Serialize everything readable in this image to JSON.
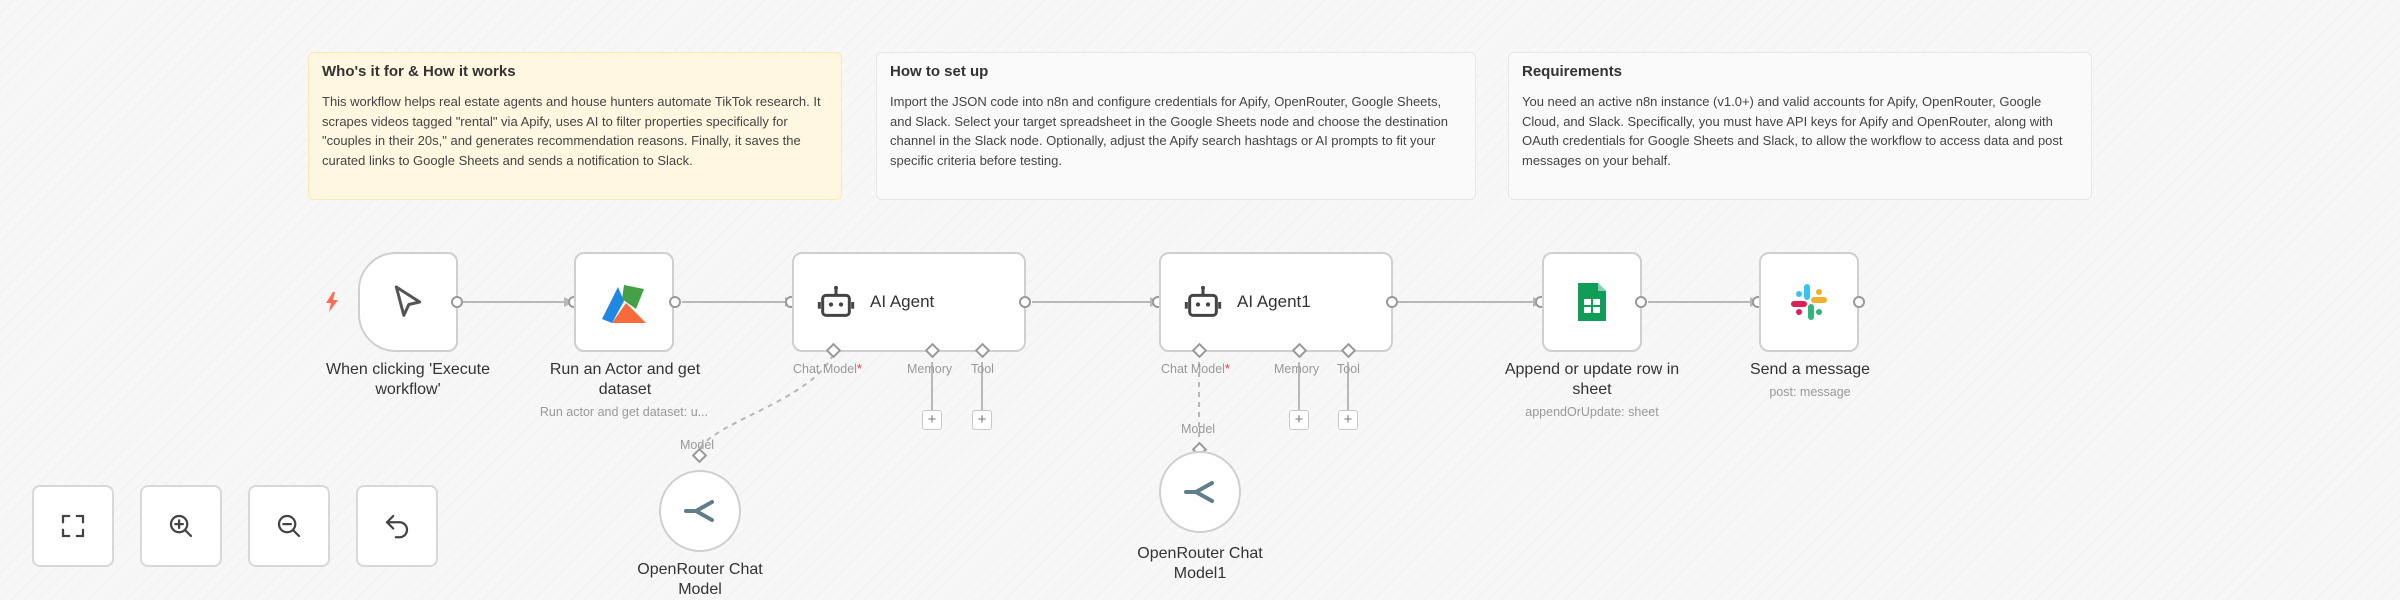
{
  "sticky_notes": [
    {
      "title": "Who's it for & How it works",
      "body": "This workflow helps real estate agents and house hunters automate TikTok research. It scrapes videos tagged \"rental\" via Apify, uses AI to filter properties specifically for \"couples in their 20s,\" and generates recommendation reasons. Finally, it saves the curated links to Google Sheets and sends a notification to Slack."
    },
    {
      "title": "How to set up",
      "body": "Import the JSON code into n8n and configure credentials for Apify, OpenRouter, Google Sheets, and Slack. Select your target spreadsheet in the Google Sheets node and choose the destination channel in the Slack node. Optionally, adjust the Apify search hashtags or AI prompts to fit your specific criteria before testing."
    },
    {
      "title": "Requirements",
      "body": "You need an active n8n instance (v1.0+) and valid accounts for Apify, OpenRouter, Google Cloud, and Slack. Specifically, you must have API keys for Apify and OpenRouter, along with OAuth credentials for Google Sheets and Slack, to allow the workflow to access data and post messages on your behalf."
    }
  ],
  "nodes": {
    "trigger": {
      "label": "When clicking 'Execute workflow'",
      "icon": "cursor-icon"
    },
    "apify": {
      "label": "Run an Actor and get dataset",
      "subtitle": "Run actor and get dataset: u...",
      "icon": "apify-icon"
    },
    "agent1": {
      "label": "AI Agent",
      "icon": "robot-icon"
    },
    "agent2": {
      "label": "AI Agent1",
      "icon": "robot-icon"
    },
    "sheets": {
      "label": "Append or update row in sheet",
      "subtitle": "appendOrUpdate: sheet",
      "icon": "google-sheets-icon"
    },
    "slack": {
      "label": "Send a message",
      "subtitle": "post: message",
      "icon": "slack-icon"
    },
    "model1": {
      "label": "OpenRouter Chat Model",
      "icon": "openrouter-icon"
    },
    "model2": {
      "label": "OpenRouter Chat Model1",
      "icon": "openrouter-icon"
    }
  },
  "ports": {
    "chat_model": "Chat Model",
    "required_mark": "*",
    "memory": "Memory",
    "tool": "Tool",
    "model": "Model",
    "add": "+"
  },
  "controls": [
    "fit-view-icon",
    "zoom-in-icon",
    "zoom-out-icon",
    "reset-zoom-icon"
  ],
  "colors": {
    "trigger_bolt": "#ff6d5a",
    "sticky_yellow": "#fff7e0",
    "apify_red": "#f86a3c",
    "apify_blue": "#1e88e5",
    "apify_green": "#43a047",
    "sheets_green": "#0f9d58",
    "slack_purple": "#4a154b",
    "required_red": "#e53935"
  }
}
